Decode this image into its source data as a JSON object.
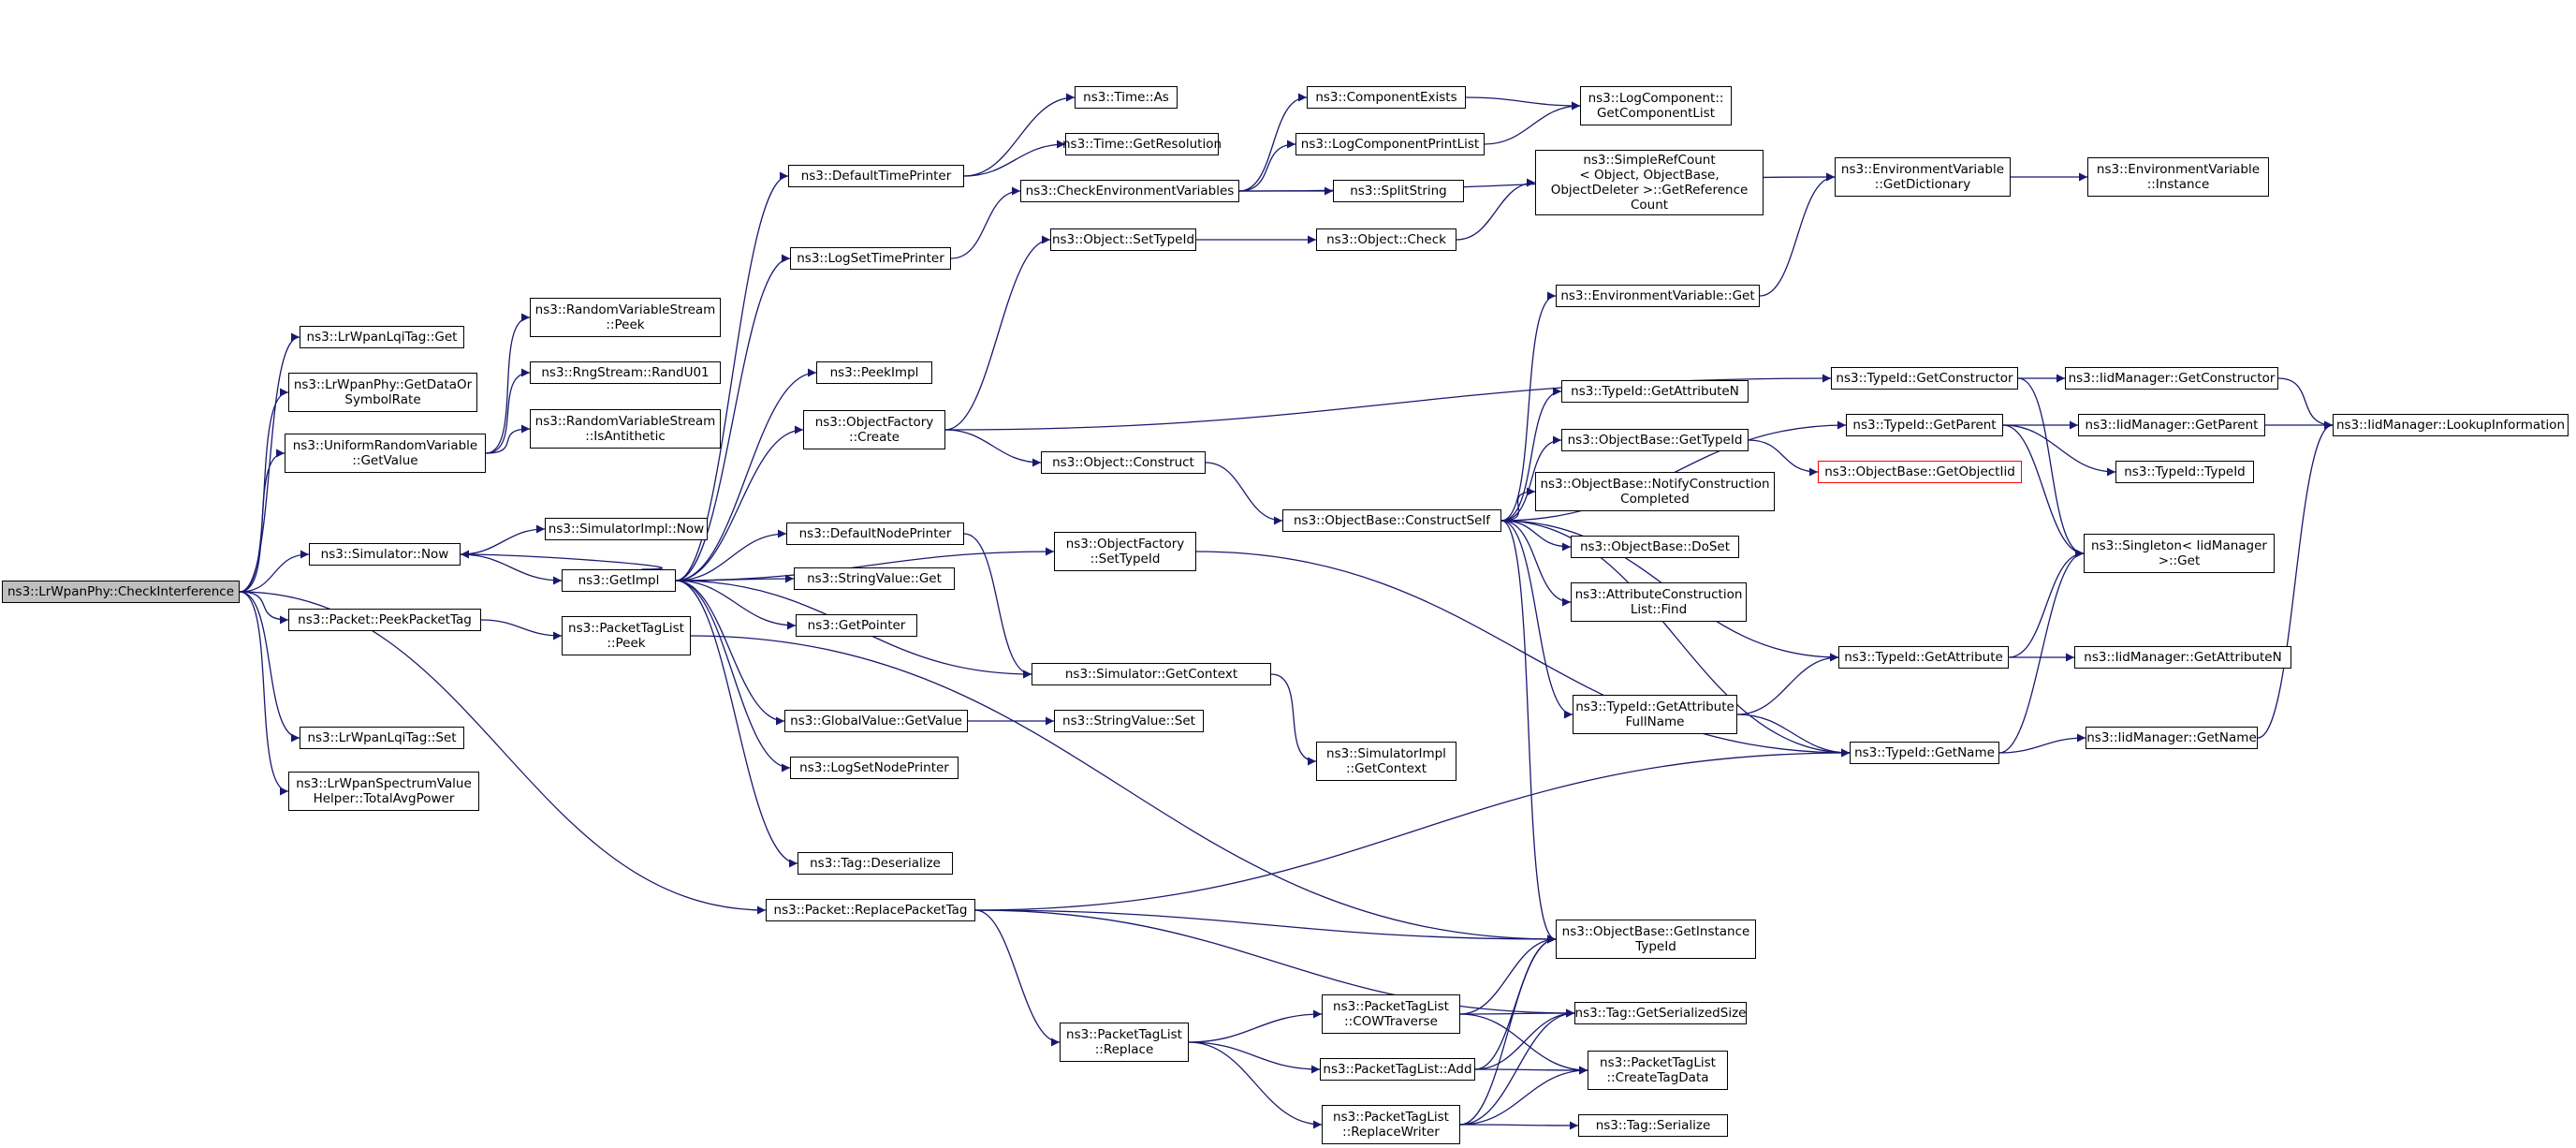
{
  "root": "n0",
  "edge_color": "#191970",
  "highlight_fill": "#bfbfbf",
  "alt_border_color": "#ff0000",
  "nodes": [
    {
      "id": "n0",
      "lines": [
        "ns3::LrWpanPhy::CheckInterference"
      ],
      "root": true
    },
    {
      "id": "n1",
      "lines": [
        "ns3::LrWpanLqiTag::Get"
      ]
    },
    {
      "id": "n2",
      "lines": [
        "ns3::LrWpanPhy::GetDataOr",
        "SymbolRate"
      ]
    },
    {
      "id": "n3",
      "lines": [
        "ns3::UniformRandomVariable",
        "::GetValue"
      ]
    },
    {
      "id": "n4",
      "lines": [
        "ns3::Simulator::Now"
      ]
    },
    {
      "id": "n5",
      "lines": [
        "ns3::Packet::PeekPacketTag"
      ]
    },
    {
      "id": "n6",
      "lines": [
        "ns3::LrWpanLqiTag::Set"
      ]
    },
    {
      "id": "n7",
      "lines": [
        "ns3::LrWpanSpectrumValue",
        "Helper::TotalAvgPower"
      ]
    },
    {
      "id": "n8",
      "lines": [
        "ns3::RandomVariableStream",
        "::Peek"
      ]
    },
    {
      "id": "n9",
      "lines": [
        "ns3::RngStream::RandU01"
      ]
    },
    {
      "id": "n10",
      "lines": [
        "ns3::RandomVariableStream",
        "::IsAntithetic"
      ]
    },
    {
      "id": "n11",
      "lines": [
        "ns3::SimulatorImpl::Now"
      ]
    },
    {
      "id": "n12",
      "lines": [
        "ns3::GetImpl"
      ]
    },
    {
      "id": "n13",
      "lines": [
        "ns3::PacketTagList",
        "::Peek"
      ]
    },
    {
      "id": "n14",
      "lines": [
        "ns3::Packet::ReplacePacketTag"
      ]
    },
    {
      "id": "n15",
      "lines": [
        "ns3::DefaultTimePrinter"
      ]
    },
    {
      "id": "n16",
      "lines": [
        "ns3::LogSetTimePrinter"
      ]
    },
    {
      "id": "n17",
      "lines": [
        "ns3::PeekImpl"
      ]
    },
    {
      "id": "n18",
      "lines": [
        "ns3::ObjectFactory",
        "::Create"
      ]
    },
    {
      "id": "n19",
      "lines": [
        "ns3::DefaultNodePrinter"
      ]
    },
    {
      "id": "n20",
      "lines": [
        "ns3::StringValue::Get"
      ]
    },
    {
      "id": "n21",
      "lines": [
        "ns3::GetPointer"
      ]
    },
    {
      "id": "n22",
      "lines": [
        "ns3::GlobalValue::GetValue"
      ]
    },
    {
      "id": "n23",
      "lines": [
        "ns3::LogSetNodePrinter"
      ]
    },
    {
      "id": "n24",
      "lines": [
        "ns3::Tag::Deserialize"
      ]
    },
    {
      "id": "n25",
      "lines": [
        "ns3::Time::As"
      ]
    },
    {
      "id": "n26",
      "lines": [
        "ns3::Time::GetResolution"
      ]
    },
    {
      "id": "n27",
      "lines": [
        "ns3::CheckEnvironmentVariables"
      ]
    },
    {
      "id": "n28",
      "lines": [
        "ns3::Object::SetTypeId"
      ]
    },
    {
      "id": "n29",
      "lines": [
        "ns3::Object::Construct"
      ]
    },
    {
      "id": "n30",
      "lines": [
        "ns3::ObjectFactory",
        "::SetTypeId"
      ]
    },
    {
      "id": "n31",
      "lines": [
        "ns3::Simulator::GetContext"
      ]
    },
    {
      "id": "n32",
      "lines": [
        "ns3::StringValue::Set"
      ]
    },
    {
      "id": "n33",
      "lines": [
        "ns3::PacketTagList",
        "::Replace"
      ]
    },
    {
      "id": "n34",
      "lines": [
        "ns3::ComponentExists"
      ]
    },
    {
      "id": "n35",
      "lines": [
        "ns3::LogComponentPrintList"
      ]
    },
    {
      "id": "n36",
      "lines": [
        "ns3::SplitString"
      ]
    },
    {
      "id": "n37",
      "lines": [
        "ns3::Object::Check"
      ]
    },
    {
      "id": "n38",
      "lines": [
        "ns3::ObjectBase::ConstructSelf"
      ]
    },
    {
      "id": "n39",
      "lines": [
        "ns3::SimulatorImpl",
        "::GetContext"
      ]
    },
    {
      "id": "n40",
      "lines": [
        "ns3::PacketTagList",
        "::COWTraverse"
      ]
    },
    {
      "id": "n41",
      "lines": [
        "ns3::PacketTagList::Add"
      ]
    },
    {
      "id": "n42",
      "lines": [
        "ns3::PacketTagList",
        "::ReplaceWriter"
      ]
    },
    {
      "id": "n43",
      "lines": [
        "ns3::LogComponent::",
        "GetComponentList"
      ]
    },
    {
      "id": "n44",
      "lines": [
        "ns3::SimpleRefCount",
        "< Object, ObjectBase,",
        "ObjectDeleter >::GetReference",
        "Count"
      ]
    },
    {
      "id": "n45",
      "lines": [
        "ns3::EnvironmentVariable::Get"
      ]
    },
    {
      "id": "n46",
      "lines": [
        "ns3::TypeId::GetAttributeN"
      ]
    },
    {
      "id": "n47",
      "lines": [
        "ns3::ObjectBase::GetTypeId"
      ]
    },
    {
      "id": "n48",
      "lines": [
        "ns3::ObjectBase::NotifyConstruction",
        "Completed"
      ]
    },
    {
      "id": "n49",
      "lines": [
        "ns3::ObjectBase::DoSet"
      ]
    },
    {
      "id": "n50",
      "lines": [
        "ns3::AttributeConstruction",
        "List::Find"
      ]
    },
    {
      "id": "n51",
      "lines": [
        "ns3::TypeId::GetAttribute",
        "FullName"
      ]
    },
    {
      "id": "n52",
      "lines": [
        "ns3::ObjectBase::GetInstance",
        "TypeId"
      ]
    },
    {
      "id": "n53",
      "lines": [
        "ns3::Tag::GetSerializedSize"
      ]
    },
    {
      "id": "n54",
      "lines": [
        "ns3::PacketTagList",
        "::CreateTagData"
      ]
    },
    {
      "id": "n55",
      "lines": [
        "ns3::Tag::Serialize"
      ]
    },
    {
      "id": "n56",
      "lines": [
        "ns3::EnvironmentVariable",
        "::GetDictionary"
      ]
    },
    {
      "id": "n57",
      "lines": [
        "ns3::TypeId::GetConstructor"
      ]
    },
    {
      "id": "n58",
      "lines": [
        "ns3::TypeId::GetParent"
      ]
    },
    {
      "id": "n59",
      "lines": [
        "ns3::ObjectBase::GetObjectIid"
      ],
      "alt": true
    },
    {
      "id": "n60",
      "lines": [
        "ns3::TypeId::GetAttribute"
      ]
    },
    {
      "id": "n61",
      "lines": [
        "ns3::TypeId::GetName"
      ]
    },
    {
      "id": "n62",
      "lines": [
        "ns3::EnvironmentVariable",
        "::Instance"
      ]
    },
    {
      "id": "n63",
      "lines": [
        "ns3::IidManager::GetConstructor"
      ]
    },
    {
      "id": "n64",
      "lines": [
        "ns3::IidManager::GetParent"
      ]
    },
    {
      "id": "n65",
      "lines": [
        "ns3::TypeId::TypeId"
      ]
    },
    {
      "id": "n66",
      "lines": [
        "ns3::Singleton< IidManager",
        ">::Get"
      ]
    },
    {
      "id": "n67",
      "lines": [
        "ns3::IidManager::GetAttributeN"
      ]
    },
    {
      "id": "n68",
      "lines": [
        "ns3::IidManager::GetName"
      ]
    },
    {
      "id": "n69",
      "lines": [
        "ns3::IidManager::LookupInformation"
      ]
    }
  ],
  "edges": [
    [
      "n0",
      "n1"
    ],
    [
      "n0",
      "n2"
    ],
    [
      "n0",
      "n3"
    ],
    [
      "n0",
      "n4"
    ],
    [
      "n0",
      "n5"
    ],
    [
      "n0",
      "n6"
    ],
    [
      "n0",
      "n7"
    ],
    [
      "n0",
      "n14"
    ],
    [
      "n3",
      "n8"
    ],
    [
      "n3",
      "n9"
    ],
    [
      "n3",
      "n10"
    ],
    [
      "n4",
      "n11"
    ],
    [
      "n4",
      "n12"
    ],
    [
      "n12",
      "n4"
    ],
    [
      "n12",
      "n15"
    ],
    [
      "n12",
      "n16"
    ],
    [
      "n12",
      "n17"
    ],
    [
      "n12",
      "n18"
    ],
    [
      "n12",
      "n19"
    ],
    [
      "n12",
      "n20"
    ],
    [
      "n12",
      "n21"
    ],
    [
      "n12",
      "n22"
    ],
    [
      "n12",
      "n23"
    ],
    [
      "n12",
      "n24"
    ],
    [
      "n12",
      "n30"
    ],
    [
      "n12",
      "n31"
    ],
    [
      "n5",
      "n13"
    ],
    [
      "n13",
      "n52"
    ],
    [
      "n14",
      "n33"
    ],
    [
      "n14",
      "n52"
    ],
    [
      "n14",
      "n61"
    ],
    [
      "n14",
      "n53"
    ],
    [
      "n15",
      "n25"
    ],
    [
      "n15",
      "n26"
    ],
    [
      "n16",
      "n27"
    ],
    [
      "n18",
      "n28"
    ],
    [
      "n18",
      "n29"
    ],
    [
      "n18",
      "n57"
    ],
    [
      "n19",
      "n31"
    ],
    [
      "n22",
      "n32"
    ],
    [
      "n27",
      "n34"
    ],
    [
      "n27",
      "n35"
    ],
    [
      "n27",
      "n36"
    ],
    [
      "n27",
      "n56"
    ],
    [
      "n28",
      "n37"
    ],
    [
      "n29",
      "n38"
    ],
    [
      "n30",
      "n61"
    ],
    [
      "n31",
      "n39"
    ],
    [
      "n33",
      "n40"
    ],
    [
      "n33",
      "n41"
    ],
    [
      "n33",
      "n42"
    ],
    [
      "n34",
      "n43"
    ],
    [
      "n35",
      "n43"
    ],
    [
      "n37",
      "n44"
    ],
    [
      "n38",
      "n45"
    ],
    [
      "n38",
      "n46"
    ],
    [
      "n38",
      "n47"
    ],
    [
      "n38",
      "n48"
    ],
    [
      "n38",
      "n49"
    ],
    [
      "n38",
      "n50"
    ],
    [
      "n38",
      "n51"
    ],
    [
      "n38",
      "n52"
    ],
    [
      "n38",
      "n58"
    ],
    [
      "n38",
      "n60"
    ],
    [
      "n38",
      "n61"
    ],
    [
      "n40",
      "n52"
    ],
    [
      "n40",
      "n53"
    ],
    [
      "n40",
      "n54"
    ],
    [
      "n41",
      "n52"
    ],
    [
      "n41",
      "n53"
    ],
    [
      "n41",
      "n54"
    ],
    [
      "n42",
      "n52"
    ],
    [
      "n42",
      "n53"
    ],
    [
      "n42",
      "n54"
    ],
    [
      "n42",
      "n55"
    ],
    [
      "n45",
      "n56"
    ],
    [
      "n47",
      "n59"
    ],
    [
      "n51",
      "n60"
    ],
    [
      "n51",
      "n61"
    ],
    [
      "n56",
      "n62"
    ],
    [
      "n57",
      "n63"
    ],
    [
      "n57",
      "n66"
    ],
    [
      "n58",
      "n64"
    ],
    [
      "n58",
      "n65"
    ],
    [
      "n58",
      "n66"
    ],
    [
      "n60",
      "n67"
    ],
    [
      "n60",
      "n66"
    ],
    [
      "n61",
      "n68"
    ],
    [
      "n61",
      "n66"
    ],
    [
      "n63",
      "n69"
    ],
    [
      "n64",
      "n69"
    ],
    [
      "n68",
      "n69"
    ]
  ]
}
